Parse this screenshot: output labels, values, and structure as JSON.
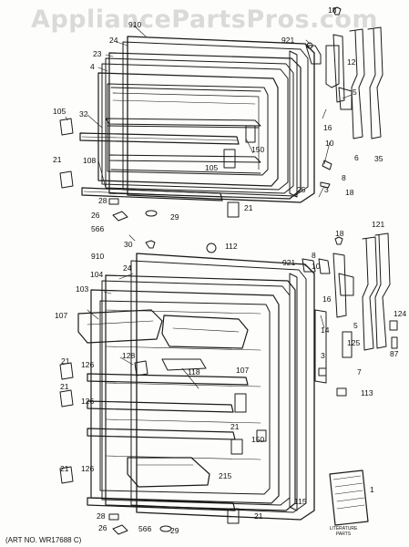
{
  "watermark": "AppliancePartsPros.com",
  "art_number": "(ART NO. WR17688 C)",
  "literature_parts": "LITERATURE PARTS",
  "callouts": {
    "c18a": "18",
    "c910a": "910",
    "c24a": "24",
    "c921a": "921",
    "c23": "23",
    "c12": "12",
    "c4": "4",
    "c5a": "5",
    "c105a": "105",
    "c32": "32",
    "c16a": "16",
    "c10a": "10",
    "c150a": "150",
    "c105b": "105",
    "c6": "6",
    "c35": "35",
    "c21a": "21",
    "c108": "108",
    "c8a": "8",
    "c25": "25",
    "c3a": "3",
    "c18b": "18",
    "c28a": "28",
    "c21b": "21",
    "c26a": "26",
    "c29a": "29",
    "c566a": "566",
    "c18c": "18",
    "c121": "121",
    "c30": "30",
    "c112": "112",
    "c8b": "8",
    "c910b": "910",
    "c921b": "921",
    "c10b": "10",
    "c24b": "24",
    "c104": "104",
    "c103": "103",
    "c16b": "16",
    "c5b": "5",
    "c107a": "107",
    "c14": "14",
    "c124": "124",
    "c128": "128",
    "c3b": "3",
    "c125": "125",
    "c87": "87",
    "c21c": "21",
    "c126a": "126",
    "c118": "118",
    "c107b": "107",
    "c7": "7",
    "c21d": "21",
    "c126b": "126",
    "c113": "113",
    "c21e": "21",
    "c150b": "150",
    "c21f": "21",
    "c126c": "126",
    "c215": "215",
    "c115": "115",
    "c28b": "28",
    "c21g": "21",
    "c1": "1",
    "c26b": "26",
    "c566b": "566",
    "c29b": "29"
  }
}
